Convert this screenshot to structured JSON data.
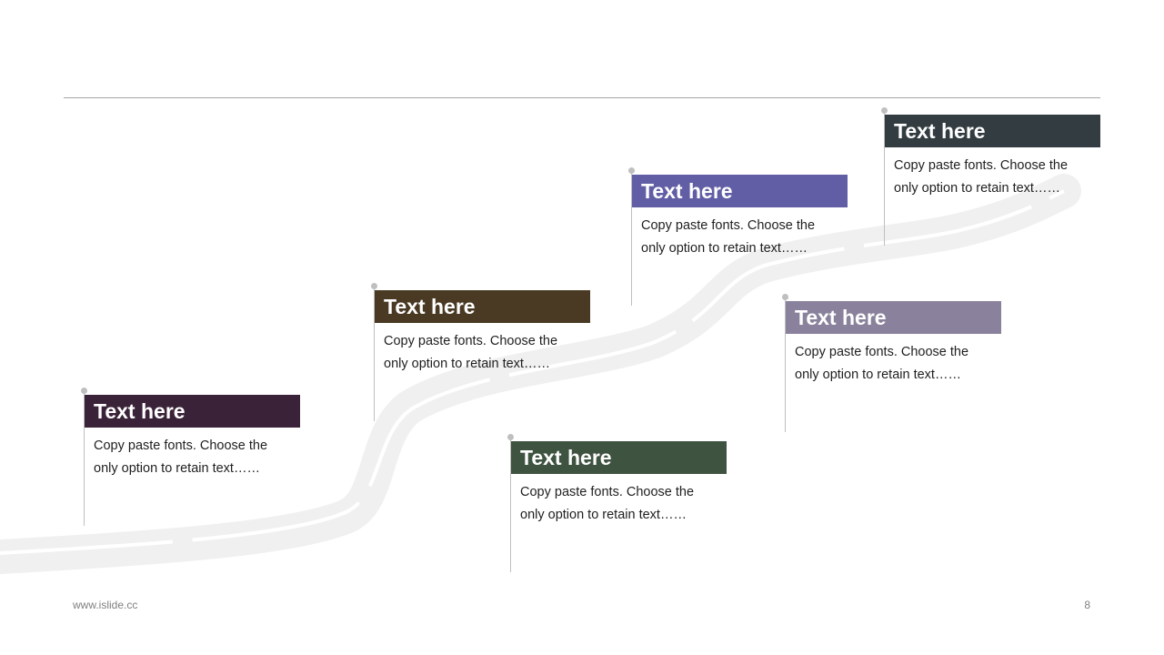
{
  "colors": {
    "background": "#ffffff",
    "rule": "#a6a6a6",
    "road": "#f0f0f0",
    "pin": "#bfbfbf"
  },
  "milestones": [
    {
      "title": "Text here",
      "body": "Copy paste fonts. Choose the only option to retain text……",
      "color": "#3a2238"
    },
    {
      "title": "Text here",
      "body": "Copy paste fonts. Choose the only option to retain text……",
      "color": "#4a3a24"
    },
    {
      "title": "Text here",
      "body": "Copy paste fonts. Choose the only option to retain text……",
      "color": "#3f5440"
    },
    {
      "title": "Text here",
      "body": "Copy paste fonts. Choose the only option to retain text……",
      "color": "#615ea5"
    },
    {
      "title": "Text here",
      "body": "Copy paste fonts. Choose the only option to retain text……",
      "color": "#8a829c"
    },
    {
      "title": "Text here",
      "body": "Copy paste fonts. Choose the only option to retain text……",
      "color": "#323c41"
    }
  ],
  "footer": {
    "url": "www.islide.cc",
    "page_number": "8"
  }
}
